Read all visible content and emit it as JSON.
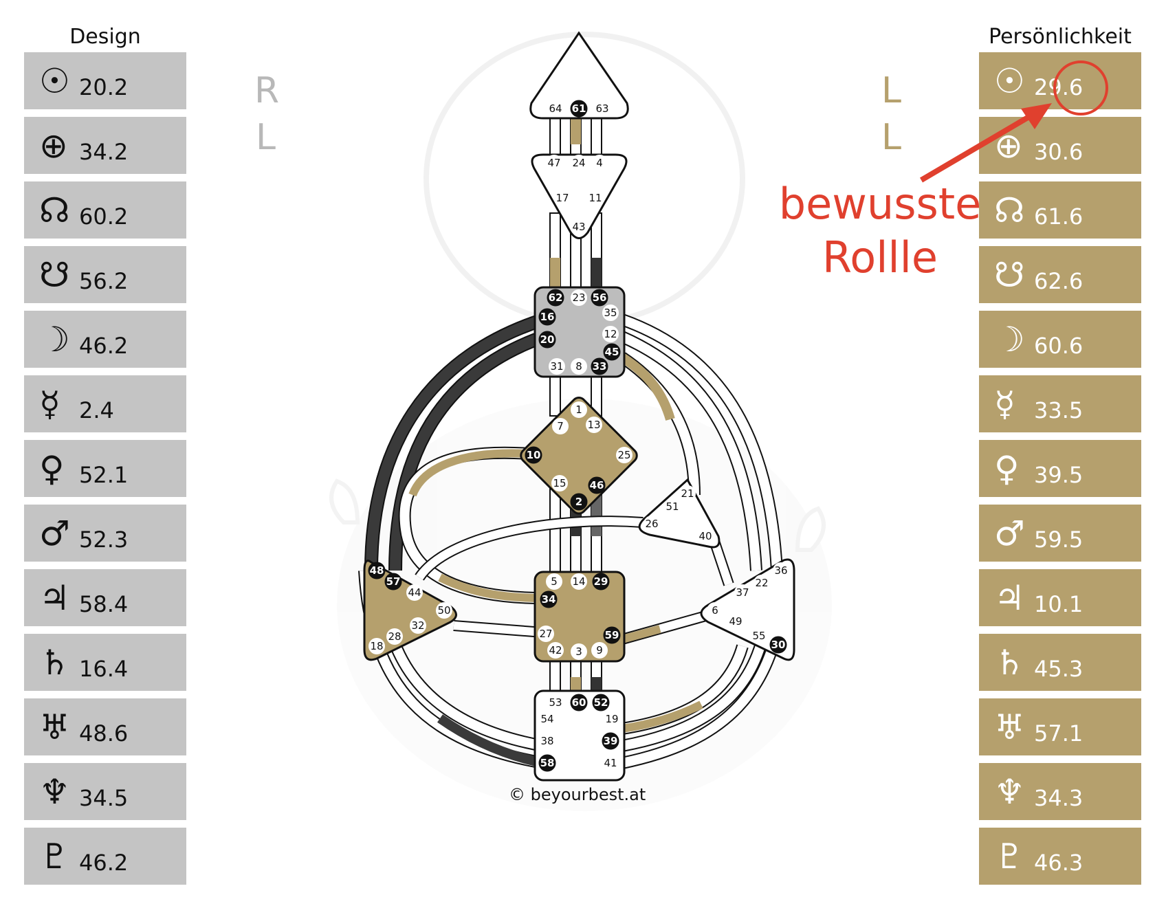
{
  "design": {
    "title": "Design",
    "planets": [
      {
        "icon": "sun-icon",
        "glyph": "☉",
        "value": "20.2"
      },
      {
        "icon": "earth-icon",
        "glyph": "⊕",
        "value": "34.2"
      },
      {
        "icon": "north-node-icon",
        "glyph": "☊",
        "value": "60.2"
      },
      {
        "icon": "south-node-icon",
        "glyph": "☋",
        "value": "56.2"
      },
      {
        "icon": "moon-icon",
        "glyph": "☽",
        "value": "46.2"
      },
      {
        "icon": "mercury-icon",
        "glyph": "☿",
        "value": "2.4"
      },
      {
        "icon": "venus-icon",
        "glyph": "♀",
        "value": "52.1"
      },
      {
        "icon": "mars-icon",
        "glyph": "♂",
        "value": "52.3"
      },
      {
        "icon": "jupiter-icon",
        "glyph": "♃",
        "value": "58.4"
      },
      {
        "icon": "saturn-icon",
        "glyph": "♄",
        "value": "16.4"
      },
      {
        "icon": "uranus-icon",
        "glyph": "♅",
        "value": "48.6"
      },
      {
        "icon": "neptune-icon",
        "glyph": "♆",
        "value": "34.5"
      },
      {
        "icon": "pluto-icon",
        "glyph": "♇",
        "value": "46.2"
      }
    ]
  },
  "personality": {
    "title": "Persönlichkeit",
    "planets": [
      {
        "icon": "sun-icon",
        "glyph": "☉",
        "value": "29.6"
      },
      {
        "icon": "earth-icon",
        "glyph": "⊕",
        "value": "30.6"
      },
      {
        "icon": "north-node-icon",
        "glyph": "☊",
        "value": "61.6"
      },
      {
        "icon": "south-node-icon",
        "glyph": "☋",
        "value": "62.6"
      },
      {
        "icon": "moon-icon",
        "glyph": "☽",
        "value": "60.6"
      },
      {
        "icon": "mercury-icon",
        "glyph": "☿",
        "value": "33.5"
      },
      {
        "icon": "venus-icon",
        "glyph": "♀",
        "value": "39.5"
      },
      {
        "icon": "mars-icon",
        "glyph": "♂",
        "value": "59.5"
      },
      {
        "icon": "jupiter-icon",
        "glyph": "♃",
        "value": "10.1"
      },
      {
        "icon": "saturn-icon",
        "glyph": "♄",
        "value": "45.3"
      },
      {
        "icon": "uranus-icon",
        "glyph": "♅",
        "value": "57.1"
      },
      {
        "icon": "neptune-icon",
        "glyph": "♆",
        "value": "34.3"
      },
      {
        "icon": "pluto-icon",
        "glyph": "♇",
        "value": "46.3"
      }
    ]
  },
  "variables": {
    "left": [
      "R",
      "L"
    ],
    "right": [
      "L",
      "L"
    ]
  },
  "annotation": {
    "line1": "bewusste",
    "line2": "Rollle"
  },
  "copyright": "© beyourbest.at",
  "colors": {
    "design_bg": "#c4c4c4",
    "personality_bg": "#b5a06d",
    "defined_center": "#b5a06d",
    "head_center": "#bdbdbd",
    "design_channel": "#3a3a3a",
    "annotation": "#e0402e",
    "variable_left": "#b8b8b8",
    "variable_right": "#b5a06d"
  },
  "centers": {
    "head": {
      "gates": [
        "64",
        "61",
        "63"
      ],
      "defined": false
    },
    "ajna": {
      "gates": [
        "47",
        "24",
        "4",
        "17",
        "11",
        "43"
      ],
      "defined": false
    },
    "throat": {
      "gates": [
        "62",
        "23",
        "56",
        "16",
        "35",
        "20",
        "12",
        "45",
        "31",
        "8",
        "33"
      ],
      "defined": true
    },
    "g": {
      "gates": [
        "1",
        "7",
        "13",
        "10",
        "25",
        "15",
        "46",
        "2"
      ],
      "defined": true
    },
    "heart": {
      "gates": [
        "21",
        "51",
        "26",
        "40"
      ],
      "defined": false
    },
    "spleen": {
      "gates": [
        "48",
        "57",
        "44",
        "50",
        "32",
        "28",
        "18"
      ],
      "defined": true
    },
    "sacral": {
      "gates": [
        "5",
        "14",
        "29",
        "34",
        "27",
        "59",
        "42",
        "3",
        "9"
      ],
      "defined": true
    },
    "solar_plexus": {
      "gates": [
        "36",
        "22",
        "37",
        "6",
        "49",
        "55",
        "30"
      ],
      "defined": false
    },
    "root": {
      "gates": [
        "53",
        "60",
        "52",
        "54",
        "19",
        "38",
        "39",
        "58",
        "41"
      ],
      "defined": false
    }
  },
  "active_gates": [
    "61",
    "62",
    "56",
    "16",
    "20",
    "45",
    "33",
    "10",
    "46",
    "2",
    "48",
    "57",
    "29",
    "34",
    "59",
    "30",
    "60",
    "52",
    "39",
    "58"
  ]
}
